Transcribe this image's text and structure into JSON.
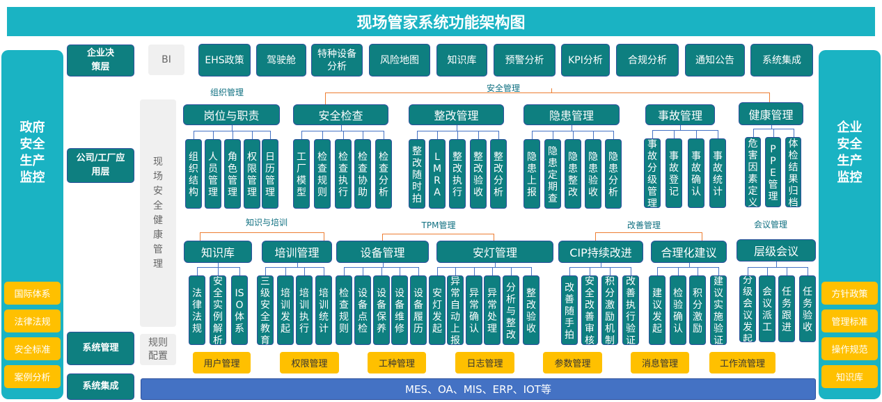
{
  "title": "现场管家系统功能架构图",
  "left_panel": {
    "title": "政府安全生产监控",
    "items": [
      "国际体系",
      "法律法规",
      "安全标准",
      "案例分析"
    ]
  },
  "right_panel": {
    "title": "企业安全生产监控",
    "items": [
      "方针政策",
      "管理标准",
      "操作规范",
      "知识库"
    ]
  },
  "layers": {
    "decision": "企业决策层",
    "application": "公司/工厂应用层",
    "system_mgmt": "系统管理",
    "integration": "系统集成"
  },
  "bi": "BI",
  "top_buttons": [
    "EHS政策",
    "驾驶舱",
    "特种设备分析",
    "风险地图",
    "知识库",
    "预警分析",
    "KPI分析",
    "合规分析",
    "通知公告",
    "系统集成"
  ],
  "vertical_label": "现场安全健康管理",
  "rules_label": "规则配置",
  "categories": {
    "org": "组织管理",
    "safety": "安全管理",
    "knowledge": "知识与培训",
    "tpm": "TPM管理",
    "improve": "改善管理",
    "meeting": "会议管理"
  },
  "groups": [
    {
      "header": "岗位与职责",
      "children": [
        "组织结构",
        "人员管理",
        "角色管理",
        "权限管理",
        "日历管理"
      ]
    },
    {
      "header": "安全检查",
      "children": [
        "工厂模型",
        "检查规则",
        "检查执行",
        "检查协助",
        "检查分析"
      ]
    },
    {
      "header": "整改管理",
      "children": [
        "整改随时拍",
        "LMRA",
        "整改执行",
        "整改验收",
        "整改分析"
      ]
    },
    {
      "header": "隐患管理",
      "children": [
        "隐患上报",
        "隐患定期查",
        "隐患整改",
        "隐患验收",
        "隐患分析"
      ]
    },
    {
      "header": "事故管理",
      "children": [
        "事故分级管理",
        "事故登记",
        "事故确认",
        "事故统计"
      ]
    },
    {
      "header": "健康管理",
      "children": [
        "危害因素定义",
        "PPE管理",
        "体检结果归档"
      ]
    },
    {
      "header": "知识库",
      "children": [
        "法律法规",
        "安全实例解析",
        "ISO体系"
      ]
    },
    {
      "header": "培训管理",
      "children": [
        "三级安全教育",
        "培训发起",
        "培训执行",
        "培训统计"
      ]
    },
    {
      "header": "设备管理",
      "children": [
        "检查规则",
        "设备点检",
        "设备保养",
        "设备维修",
        "设备履历"
      ]
    },
    {
      "header": "安灯管理",
      "children": [
        "安灯发起",
        "异常自动上报",
        "异常确认",
        "异常处理",
        "分析与整改",
        "整改验收"
      ]
    },
    {
      "header": "CIP持续改进",
      "children": [
        "改善随手拍",
        "安全改善审核",
        "积分激励机制",
        "改善执行验证"
      ]
    },
    {
      "header": "合理化建议",
      "children": [
        "建议发起",
        "检验确认",
        "积分激励",
        "建议实施验证"
      ]
    },
    {
      "header": "层级会议",
      "children": [
        "分级会议发起",
        "会议派工",
        "任务跟进",
        "任务验收"
      ]
    }
  ],
  "system_buttons": [
    "用户管理",
    "权限管理",
    "工种管理",
    "日志管理",
    "参数管理",
    "消息管理",
    "工作流管理"
  ],
  "integration_bar": "MES、OA、MIS、ERP、IOT等",
  "colors": {
    "teal": "#0e7f80",
    "cyan": "#1ab3c3",
    "yellow": "#ffc000",
    "blue": "#4472c4",
    "orange": "#ed7d31"
  }
}
